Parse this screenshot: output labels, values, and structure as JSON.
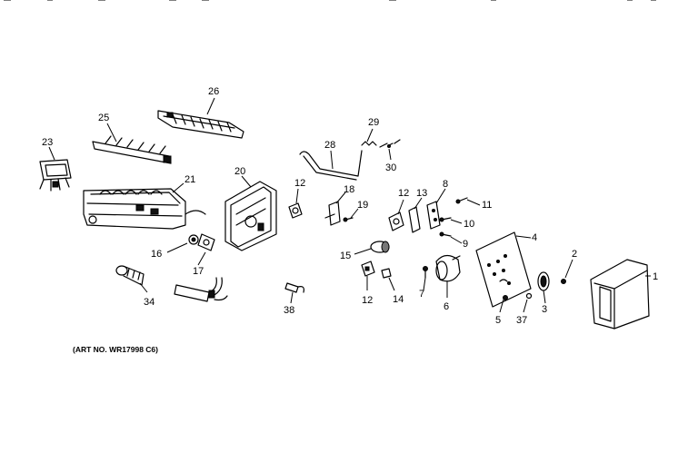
{
  "art_number": "(ART NO. WR17998 C6)",
  "callouts": {
    "c1": "1",
    "c2": "2",
    "c3": "3",
    "c4": "4",
    "c5": "5",
    "c6": "6",
    "c7": "7",
    "c8": "8",
    "c9": "9",
    "c10": "10",
    "c11": "11",
    "c12a": "12",
    "c12b": "12",
    "c12c": "12",
    "c13": "13",
    "c14": "14",
    "c15": "15",
    "c16": "16",
    "c17": "17",
    "c18": "18",
    "c19": "19",
    "c20": "20",
    "c21": "21",
    "c23": "23",
    "c25": "25",
    "c26": "26",
    "c28": "28",
    "c29": "29",
    "c30": "30",
    "c34": "34",
    "c37": "37",
    "c38": "38"
  }
}
